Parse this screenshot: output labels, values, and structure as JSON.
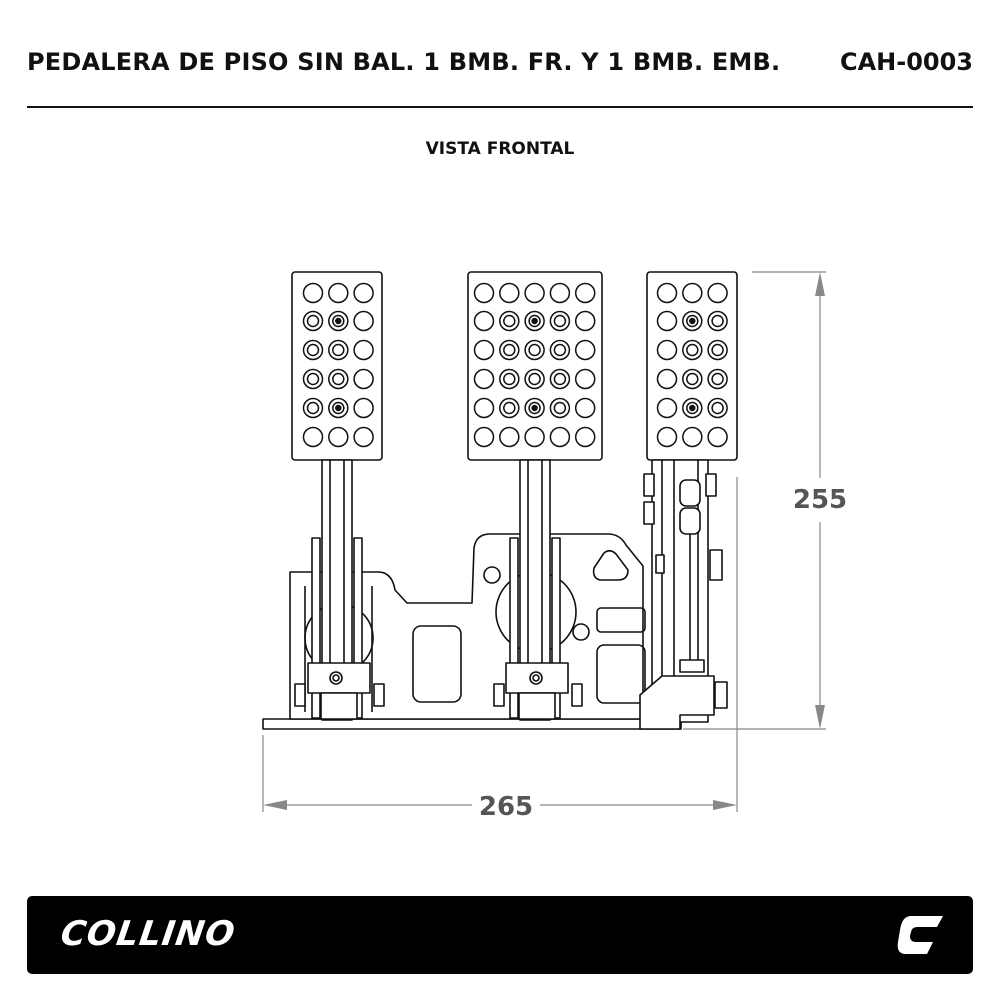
{
  "header": {
    "title": "PEDALERA DE PISO SIN BAL. 1 BMB. FR. Y 1 BMB. EMB.",
    "code": "CAH-0003"
  },
  "view_label": "VISTA FRONTAL",
  "dimensions": {
    "width": "265",
    "height": "255"
  },
  "footer": {
    "brand": "COLLINO",
    "background_color": "#000000",
    "text_color": "#ffffff"
  }
}
